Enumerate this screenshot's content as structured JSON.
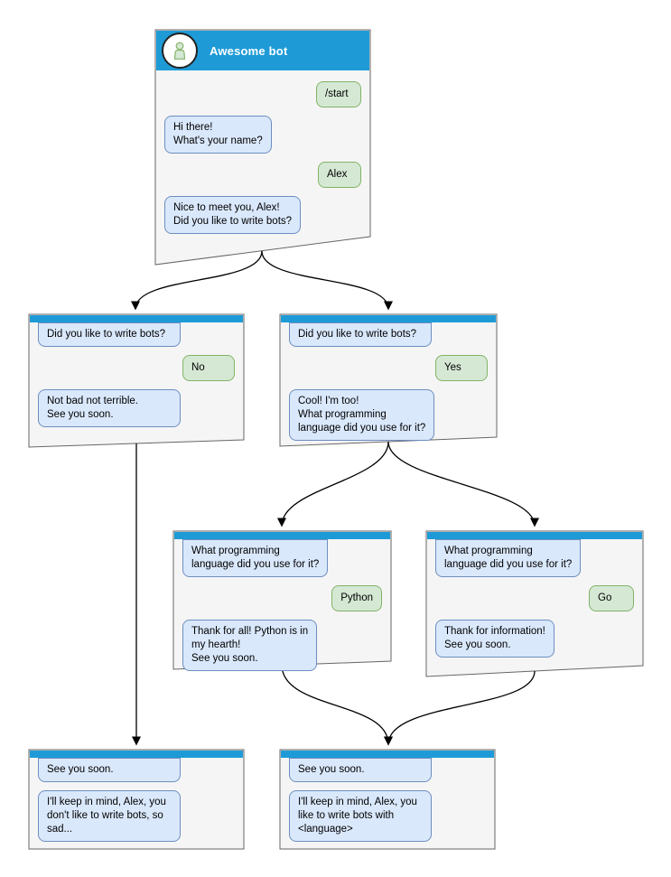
{
  "colors": {
    "titlebar_blue": "#1E9BD7",
    "window_bg": "#F5F5F5",
    "window_border": "#666666",
    "bot_bubble_bg": "#DAE8FC",
    "bot_bubble_border": "#6C8EBF",
    "user_bubble_bg": "#D5E8D4",
    "user_bubble_border": "#82B366",
    "arrow": "#000000",
    "avatar_icon_fill": "#D5E8D4",
    "avatar_icon_stroke": "#82B366"
  },
  "main_window": {
    "id": "main",
    "title": "Awesome bot",
    "avatar": "person-icon",
    "messages": [
      {
        "side": "user",
        "text": "/start"
      },
      {
        "side": "bot",
        "text": "Hi there!\nWhat's your name?"
      },
      {
        "side": "user",
        "text": "Alex"
      },
      {
        "side": "bot",
        "text": "Nice to meet you, Alex!\nDid you like to write bots?"
      }
    ]
  },
  "windows": [
    {
      "id": "branch-no",
      "messages": [
        {
          "side": "bot",
          "text": "Did you like to write bots?"
        },
        {
          "side": "user",
          "text": "No"
        },
        {
          "side": "bot",
          "text": "Not bad not terrible.\nSee you soon."
        }
      ]
    },
    {
      "id": "branch-yes",
      "messages": [
        {
          "side": "bot",
          "text": "Did you like to write bots?"
        },
        {
          "side": "user",
          "text": "Yes"
        },
        {
          "side": "bot",
          "text": "Cool! I'm too!\nWhat programming\nlanguage did you use for it?"
        }
      ]
    },
    {
      "id": "branch-python",
      "messages": [
        {
          "side": "bot",
          "text": "What programming\nlanguage did you use for it?"
        },
        {
          "side": "user",
          "text": "Python"
        },
        {
          "side": "bot",
          "text": "Thank for all! Python is in\nmy hearth!\nSee you soon."
        }
      ]
    },
    {
      "id": "branch-go",
      "messages": [
        {
          "side": "bot",
          "text": "What programming\nlanguage did you use for it?"
        },
        {
          "side": "user",
          "text": "Go"
        },
        {
          "side": "bot",
          "text": "Thank for information!\nSee you soon."
        }
      ]
    },
    {
      "id": "end-no",
      "messages": [
        {
          "side": "bot",
          "text": "See you soon."
        },
        {
          "side": "bot",
          "text": "I'll keep in mind, Alex, you\ndon't like to write bots, so\nsad..."
        }
      ]
    },
    {
      "id": "end-yes",
      "messages": [
        {
          "side": "bot",
          "text": "See you soon."
        },
        {
          "side": "bot",
          "text": "I'll keep in mind, Alex, you\nlike to write bots with\n<language>"
        }
      ]
    }
  ],
  "connections": [
    {
      "from": "main",
      "to": "branch-no"
    },
    {
      "from": "main",
      "to": "branch-yes"
    },
    {
      "from": "branch-yes",
      "to": "branch-python"
    },
    {
      "from": "branch-yes",
      "to": "branch-go"
    },
    {
      "from": "branch-no",
      "to": "end-no"
    },
    {
      "from": "branch-python",
      "to": "end-yes"
    },
    {
      "from": "branch-go",
      "to": "end-yes"
    }
  ]
}
